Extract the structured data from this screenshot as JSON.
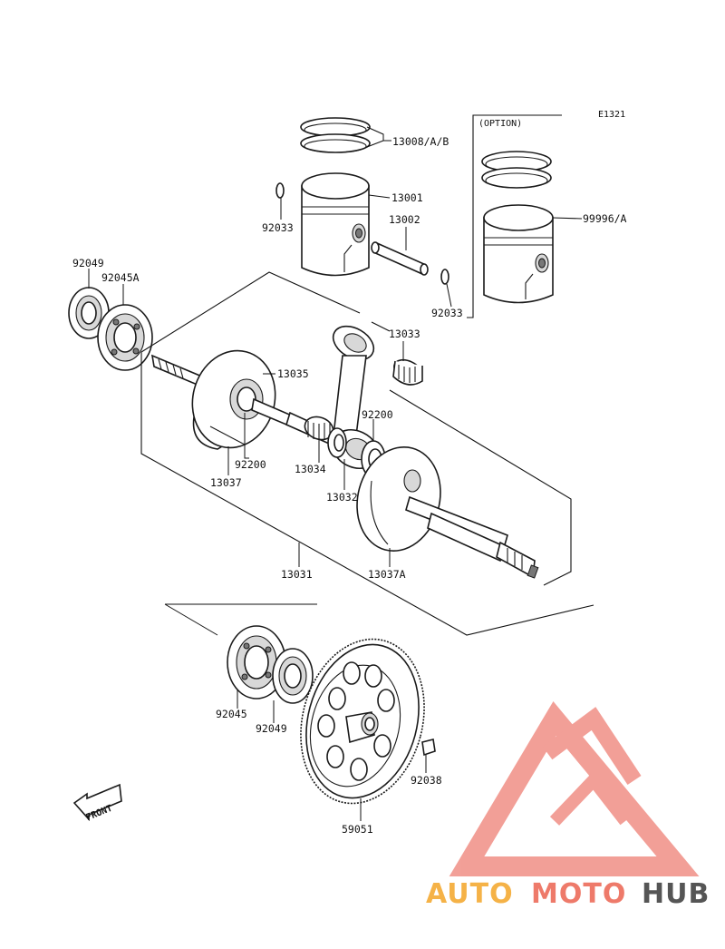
{
  "diagram": {
    "code": "E1321",
    "option_label": "(OPTION)",
    "front_label": "FRONT"
  },
  "parts": {
    "p13008": "13008/A/B",
    "p13001": "13001",
    "p92033a": "92033",
    "p13002": "13002",
    "p92033b": "92033",
    "p99996": "99996/A",
    "p92049a": "92049",
    "p92045A": "92045A",
    "p13033": "13033",
    "p13035": "13035",
    "p92200a": "92200",
    "p92200b": "92200",
    "p13034": "13034",
    "p13037": "13037",
    "p13032": "13032",
    "p13031": "13031",
    "p13037A": "13037A",
    "p92045": "92045",
    "p92049b": "92049",
    "p92038": "92038",
    "p59051": "59051"
  },
  "watermark": {
    "brand_auto": "AUTO",
    "brand_moto": "MOTO",
    "brand_hub": "HUB",
    "color_auto": "#f5b247",
    "color_moto": "#ee7a6a",
    "color_hub": "#555555",
    "color_triangle": "#f08f86"
  }
}
